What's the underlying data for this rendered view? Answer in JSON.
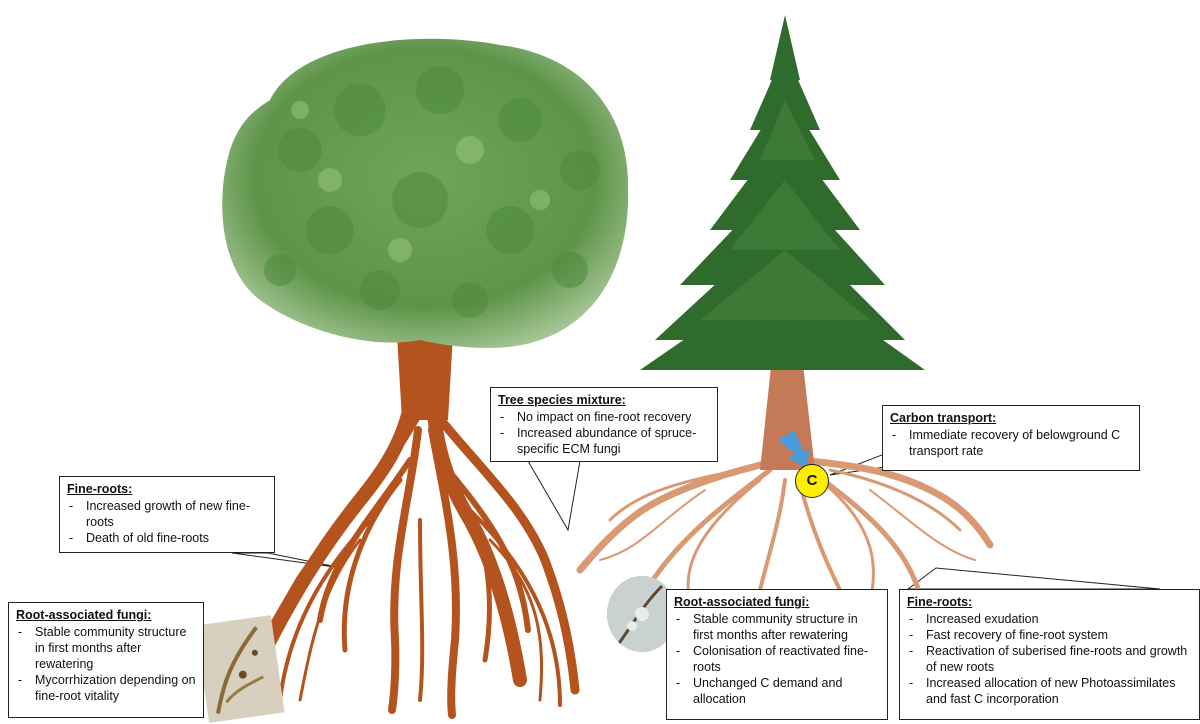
{
  "colors": {
    "oak_root": "#b4531d",
    "spruce_root": "#d99a73",
    "oak_foliage": "#6fa55a",
    "spruce_foliage": "#2f6b2c",
    "carbon_node": "#ffee00",
    "flow_arrow": "#4b9ad9"
  },
  "carbon_node": {
    "label": "C"
  },
  "callouts": {
    "mixture": {
      "title": "Tree species mixture:",
      "items": [
        "No impact on fine-root recovery",
        "Increased abundance of spruce-specific ECM fungi"
      ]
    },
    "carbon": {
      "title": "Carbon transport:",
      "items": [
        "Immediate recovery of belowground C transport rate"
      ]
    },
    "fine_roots_left": {
      "title": "Fine-roots:",
      "items": [
        "Increased growth of new fine-roots",
        "Death of old fine-roots"
      ]
    },
    "fungi_left": {
      "title": "Root-associated fungi:",
      "items": [
        "Stable community structure in first months after rewatering",
        "Mycorrhization depending on fine-root vitality"
      ]
    },
    "fungi_mid": {
      "title": "Root-associated fungi:",
      "items": [
        "Stable community structure in first months after rewatering",
        "Colonisation of reactivated fine-roots",
        "Unchanged C demand and allocation"
      ]
    },
    "fine_roots_right": {
      "title": "Fine-roots:",
      "items": [
        "Increased exudation",
        "Fast recovery of fine-root system",
        "Reactivation of suberised fine-roots and growth of new roots",
        "Increased allocation of new Photoassimilates and fast C incorporation"
      ]
    }
  }
}
